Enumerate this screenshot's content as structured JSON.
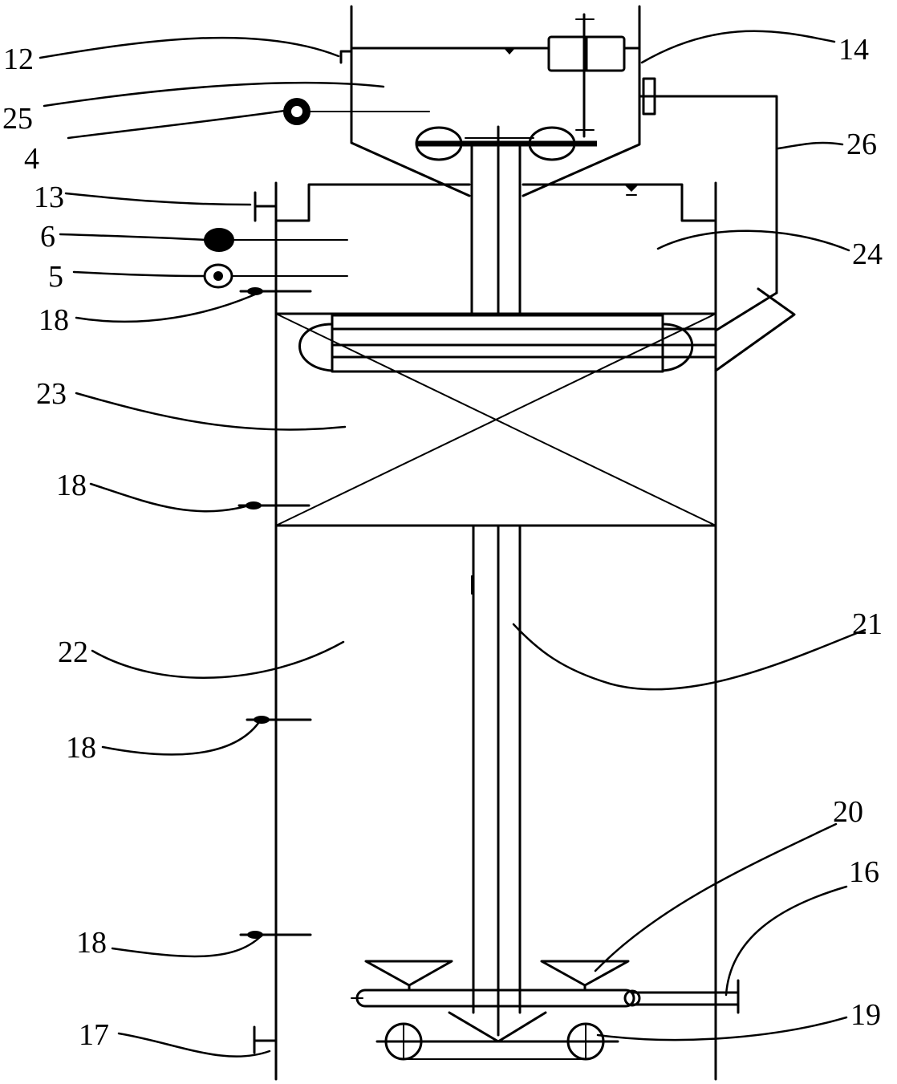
{
  "labels": {
    "l12": "12",
    "l25": "25",
    "l4": "4",
    "l13": "13",
    "l6": "6",
    "l5": "5",
    "l18a": "18",
    "l23": "23",
    "l18b": "18",
    "l22": "22",
    "l18c": "18",
    "l18d": "18",
    "l17": "17",
    "l14": "14",
    "l26": "26",
    "l24": "24",
    "l21": "21",
    "l20": "20",
    "l16": "16",
    "l19": "19"
  }
}
